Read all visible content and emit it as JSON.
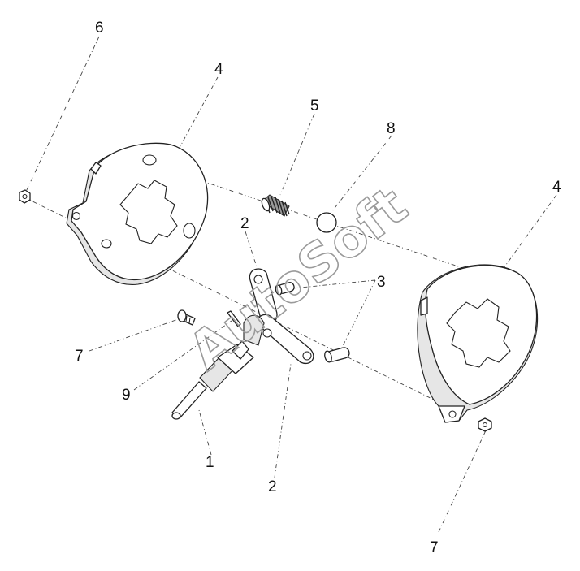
{
  "watermark": "AutoSoft",
  "callouts": {
    "c1": "1",
    "c2a": "2",
    "c2b": "2",
    "c3": "3",
    "c4a": "4",
    "c4b": "4",
    "c5": "5",
    "c6": "6",
    "c7a": "7",
    "c7b": "7",
    "c8": "8",
    "c9": "9"
  },
  "colors": {
    "line": "#222222",
    "fill": "#ffffff",
    "watermark": "#9a9a9a"
  }
}
